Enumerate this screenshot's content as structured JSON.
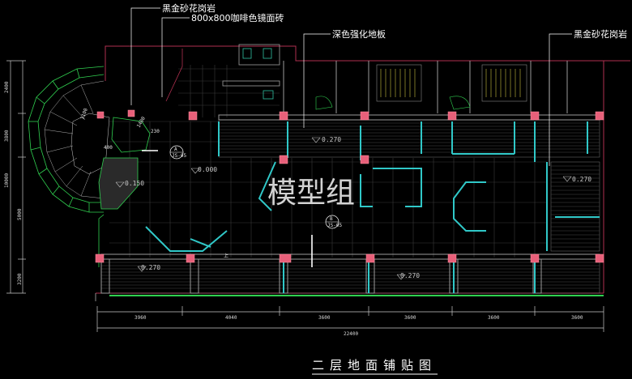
{
  "labels": {
    "granite_top": "黑金砂花岗岩",
    "tile_spec": "800x800咖啡色镜面砖",
    "laminate": "深色强化地板",
    "granite_right": "黑金砂花岗岩"
  },
  "elevations": {
    "e1": "0.270",
    "e2": "0.270",
    "e3": "0.000",
    "e4": "0.150",
    "e5": "0.270",
    "e6": "0.270"
  },
  "markers": {
    "a_letter": "A",
    "a_sheet": "JS-05",
    "b_letter": "B",
    "b_sheet": "JS-05",
    "stair_up": "上",
    "num_1": "230",
    "num_2": "400",
    "num_3": "1400",
    "num_4": "1100"
  },
  "dimensions": {
    "bottom": [
      "3960",
      "4040",
      "3600",
      "3600",
      "3600",
      "3600"
    ],
    "total": "22400",
    "left": [
      "2400",
      "3800",
      "10000",
      "5000",
      "3200"
    ]
  },
  "watermark": "模型组",
  "title": "二层地面铺贴图"
}
